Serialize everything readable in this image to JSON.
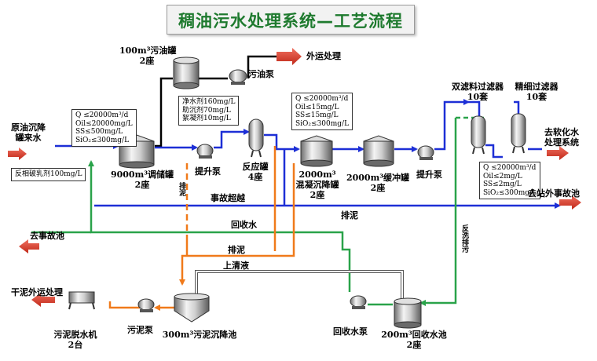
{
  "title": "稠油污水处理系统—工艺流程",
  "equipment": {
    "oil_tank": {
      "name": "100m³污油罐",
      "count": "2座"
    },
    "oil_pump": "污油泵",
    "export": "外运处理",
    "source": {
      "line1": "原油沉降",
      "line2": "罐来水"
    },
    "reg_tank": {
      "name": "9000m³调储罐",
      "count": "2座"
    },
    "lift_pump_1": "提升泵",
    "reactor": {
      "name": "反应罐",
      "count": "4座"
    },
    "coag_tank": {
      "name": "2000m³",
      "name2": "混凝沉降罐",
      "count": "2座"
    },
    "buffer_tank": {
      "name": "2000m³缓冲罐",
      "count": "2座"
    },
    "lift_pump_2": "提升泵",
    "dual_filter": {
      "name": "双滤料过滤器",
      "count": "10套"
    },
    "fine_filter": {
      "name": "精细过滤器",
      "count": "10套"
    },
    "softener": {
      "line1": "去软化水",
      "line2": "处理系统"
    },
    "sludge_tank": {
      "name": "300m³污泥沉降池",
      "count": ""
    },
    "sludge_pump": "污泥泵",
    "dewater": {
      "name": "污泥脱水机",
      "count": "2台"
    },
    "dry_mud": "干泥外运处理",
    "recycle_pump": "回收水泵",
    "recycle_pool": {
      "name": "200m³回收水池",
      "count": "2座"
    }
  },
  "flows": {
    "sludge_1": "排泥",
    "bypass": "事故超越",
    "to_accident_pool": "去站外事故池",
    "sludge_2": "排泥",
    "recycle_water": "回收水",
    "to_pool": "去事故池",
    "sludge_3": "排泥",
    "backwash": "反洗排污",
    "supernatant": "上清液"
  },
  "specs": {
    "inlet": {
      "lines": [
        "Q ≤20000m³/d",
        "Oil≤20000mg/L",
        "SS≤500mg/L",
        "SiO₂≤300mg/L"
      ]
    },
    "demulsifier": "反相破乳剂100mg/L",
    "chemicals": {
      "lines": [
        "净水剂160mg/L",
        "助沉剂70mg/L",
        "絮凝剂10mg/L"
      ]
    },
    "mid": {
      "lines": [
        "Q ≤20000m³/d",
        "Oil≤15mg/L",
        "SS≤15mg/L",
        "SiO₂≤300mg/L"
      ]
    },
    "outlet": {
      "lines": [
        "Q ≤20000m³/d",
        "Oil≤2mg/L",
        "SS≤2mg/L",
        "SiO₂≤300mg/L"
      ]
    }
  },
  "colors": {
    "main_flow": "#1d2fd6",
    "oil_flow": "#000000",
    "sludge_flow": "#f07a1a",
    "recycle_flow": "#2aa34a",
    "export_arrow": "#d23a2a",
    "title_text": "#1e7a2e"
  },
  "icons": [
    "tank-icon",
    "pump-icon",
    "reactor-icon",
    "filter-icon",
    "sedimentation-pool-icon",
    "dewatering-machine-icon",
    "export-arrow-icon"
  ]
}
